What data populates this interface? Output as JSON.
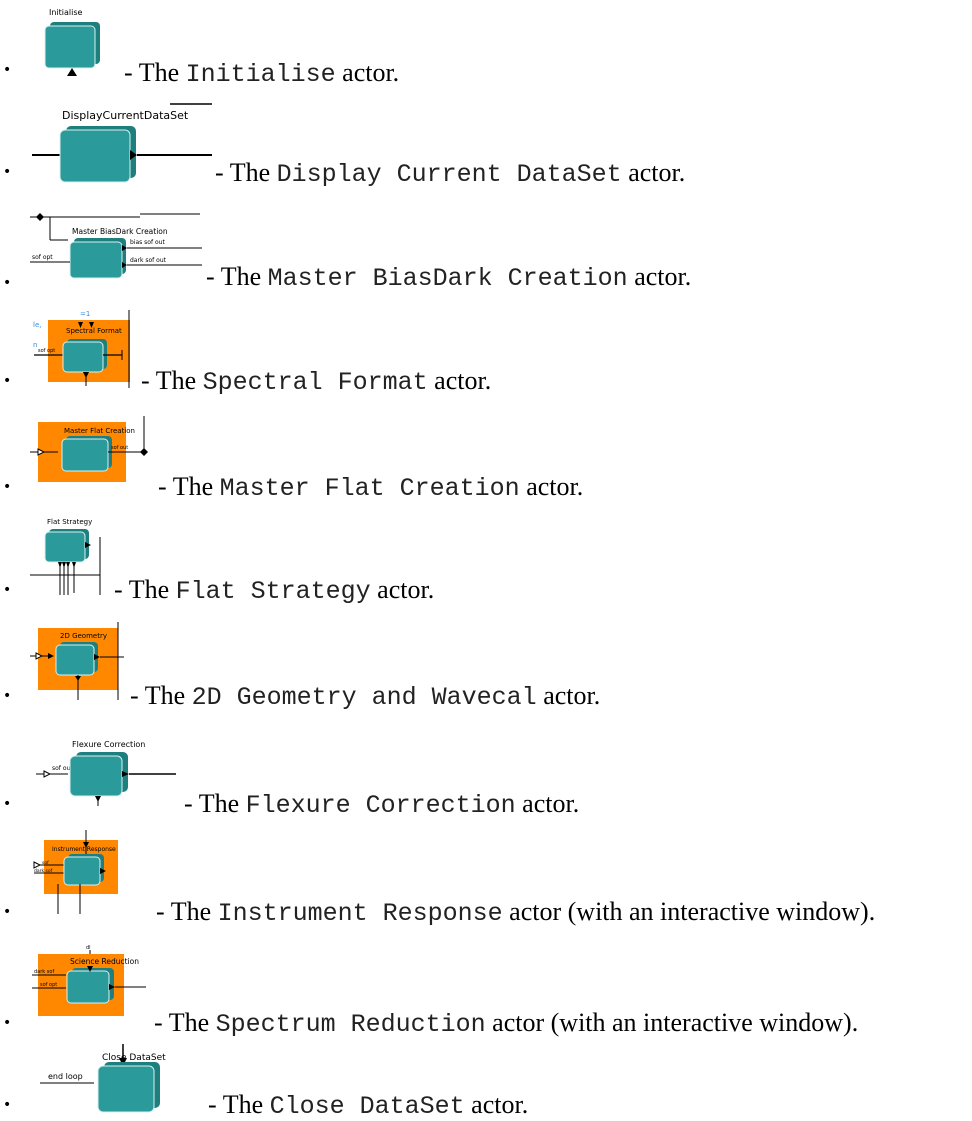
{
  "prefix": "- The",
  "items": [
    {
      "icon_label": "Initialise",
      "name": "Initialise",
      "suffix": "actor."
    },
    {
      "icon_label": "DisplayCurrentDataSet",
      "name": "Display Current DataSet",
      "suffix": "actor."
    },
    {
      "icon_label": "Master BiasDark Creation",
      "port_in": "sof opt",
      "port_out1": "bias sof out",
      "port_out2": "dark sof out",
      "name": "Master BiasDark Creation",
      "suffix": "actor."
    },
    {
      "icon_label": "Spectral Format",
      "port_in": "sof opt",
      "name": "Spectral Format",
      "suffix": "actor."
    },
    {
      "icon_label": "Master Flat Creation",
      "port_out": "sof out",
      "name": "Master Flat Creation",
      "suffix": "actor."
    },
    {
      "icon_label": "Flat Strategy",
      "name": "Flat Strategy",
      "suffix": "actor."
    },
    {
      "icon_label": "2D Geometry",
      "name": "2D Geometry and Wavecal",
      "suffix": "actor."
    },
    {
      "icon_label": "Flexure Correction",
      "port_in": "sof out",
      "name": "Flexure Correction",
      "suffix": "actor."
    },
    {
      "icon_label": "Instrument Response",
      "port_in1": "sof",
      "port_in2": "dark sof",
      "name": "Instrument Response",
      "suffix": "actor (with an interactive window)."
    },
    {
      "icon_label": "Science Reduction",
      "port_in1": "dark sof",
      "port_in2": "sof opt",
      "name": "Spectrum Reduction",
      "suffix": "actor (with an interactive window)."
    },
    {
      "icon_label": "Close DataSet",
      "port_in": "end loop",
      "name": "Close DataSet",
      "suffix": "actor."
    }
  ],
  "colors": {
    "teal": "#2a9a9a",
    "teal_dark": "#1f7f7f",
    "orange": "#ff8800",
    "blue_text": "#3a8de0"
  }
}
